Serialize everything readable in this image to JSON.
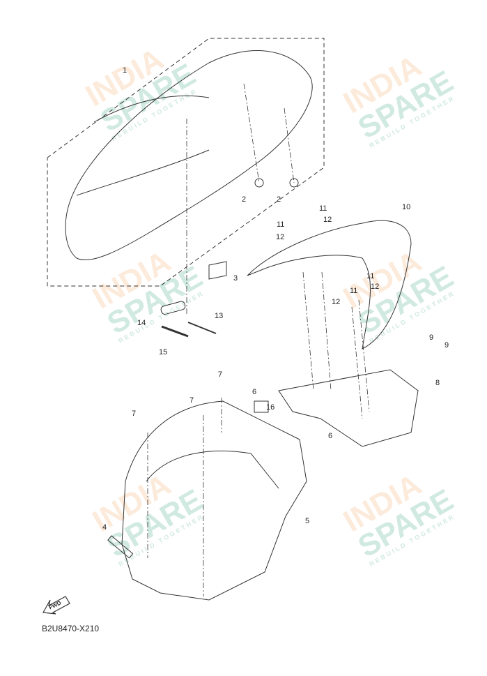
{
  "diagram": {
    "code": "B2U8470-X210",
    "fwd_label": "FWD",
    "watermark": {
      "line1": "INDIA",
      "line2": "SPARE",
      "tagline": "REBUILD TOGETHER"
    },
    "callouts": [
      "1",
      "2",
      "2",
      "3",
      "10",
      "11",
      "12",
      "11",
      "12",
      "11",
      "12",
      "11",
      "12",
      "13",
      "14",
      "15",
      "9",
      "9",
      "8",
      "7",
      "7",
      "7",
      "6",
      "16",
      "6",
      "5",
      "4"
    ]
  }
}
